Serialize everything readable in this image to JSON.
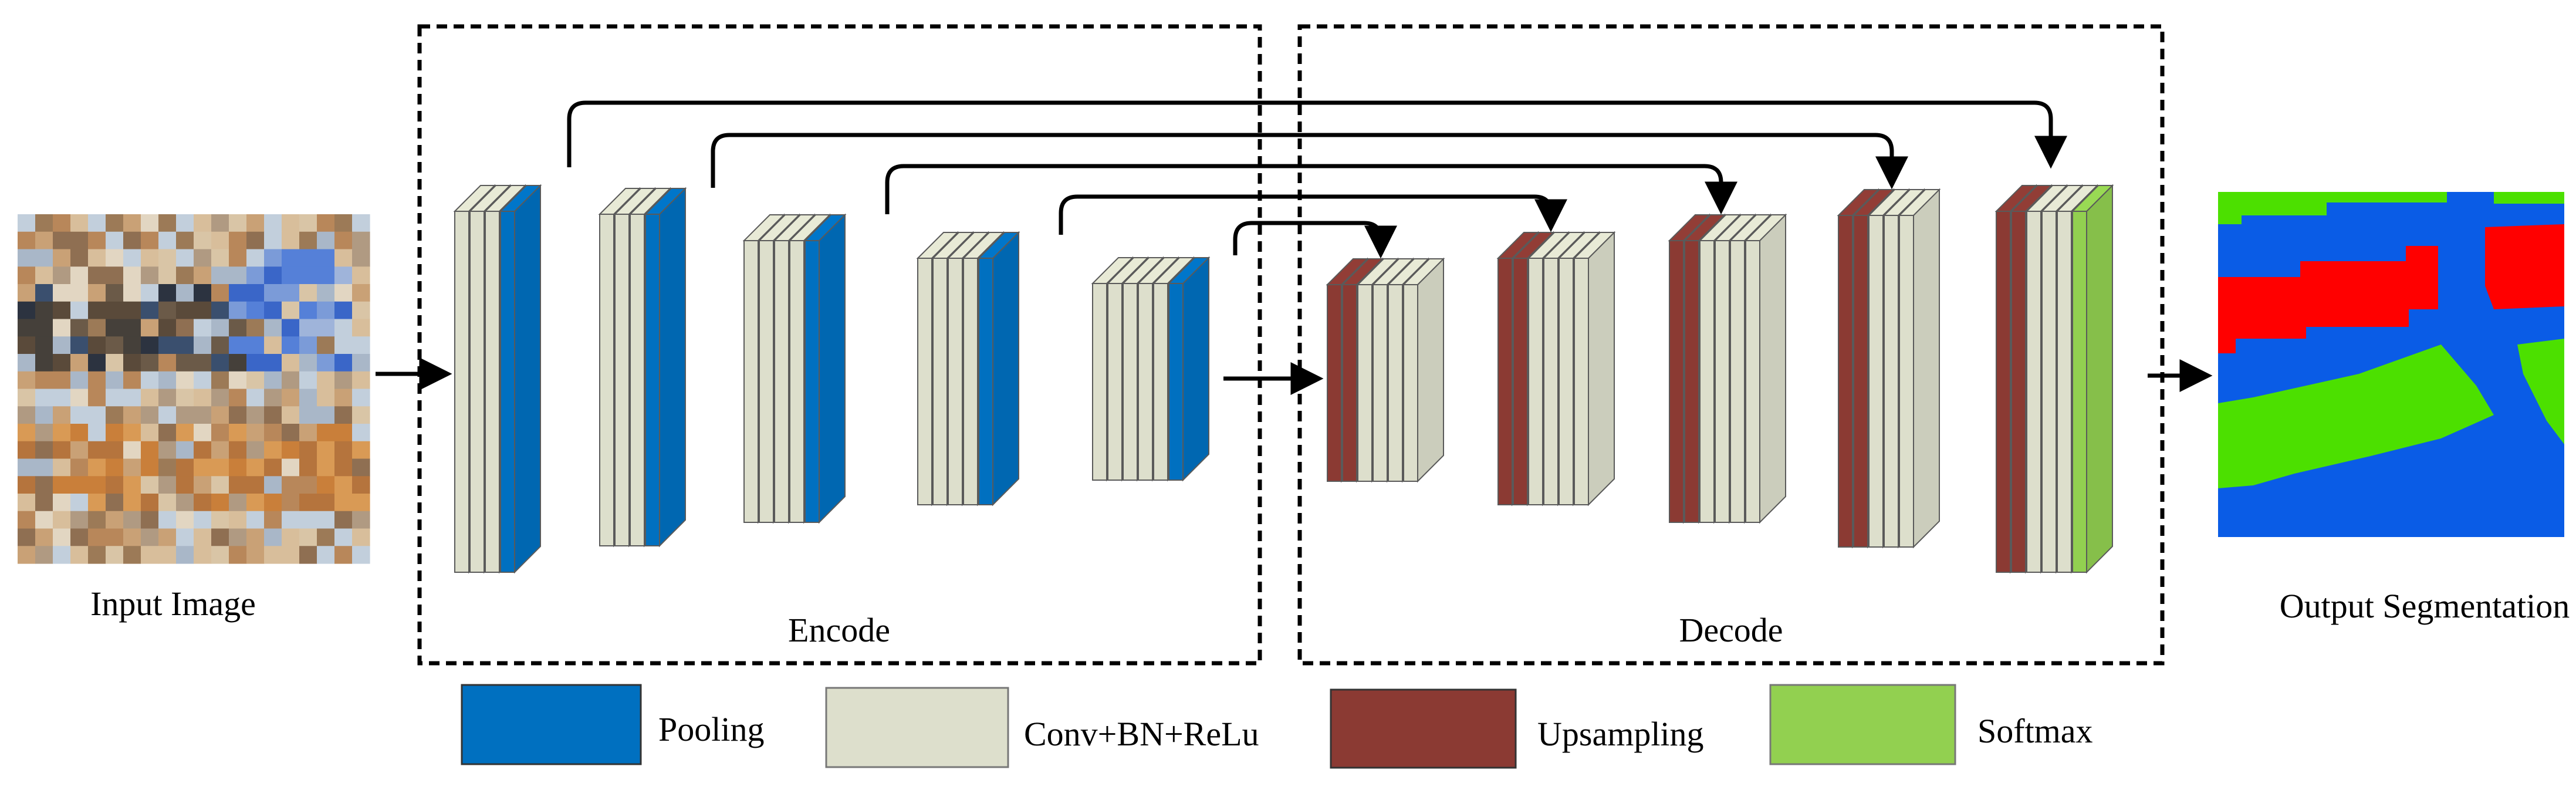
{
  "labels": {
    "input": "Input Image",
    "output": "Output Segmentation",
    "encode": "Encode",
    "decode": "Decode"
  },
  "legend": [
    {
      "label": "Pooling",
      "color": "#0070C0"
    },
    {
      "label": "Conv+BN+ReLu",
      "color": "#DDDFCC"
    },
    {
      "label": "Upsampling",
      "color": "#8B3A33"
    },
    {
      "label": "Softmax",
      "color": "#92D050"
    }
  ],
  "colors": {
    "pooling": "#0070C0",
    "conv": "#DDDFCC",
    "upsampling": "#8B3A33",
    "softmax": "#92D050",
    "seg_blue": "#0A5CE6",
    "seg_red": "#FF0000",
    "seg_green": "#4CE000"
  },
  "stages": {
    "encoder": [
      {
        "conv_layers": 3,
        "pool_layers": 1
      },
      {
        "conv_layers": 3,
        "pool_layers": 1
      },
      {
        "conv_layers": 4,
        "pool_layers": 1
      },
      {
        "conv_layers": 4,
        "pool_layers": 1
      },
      {
        "conv_layers": 5,
        "pool_layers": 1
      }
    ],
    "decoder": [
      {
        "upsampling_layers": 2,
        "conv_layers": 4
      },
      {
        "upsampling_layers": 2,
        "conv_layers": 4
      },
      {
        "upsampling_layers": 2,
        "conv_layers": 4
      },
      {
        "upsampling_layers": 2,
        "conv_layers": 3
      },
      {
        "upsampling_layers": 2,
        "conv_layers": 3,
        "softmax_layers": 1
      }
    ]
  }
}
